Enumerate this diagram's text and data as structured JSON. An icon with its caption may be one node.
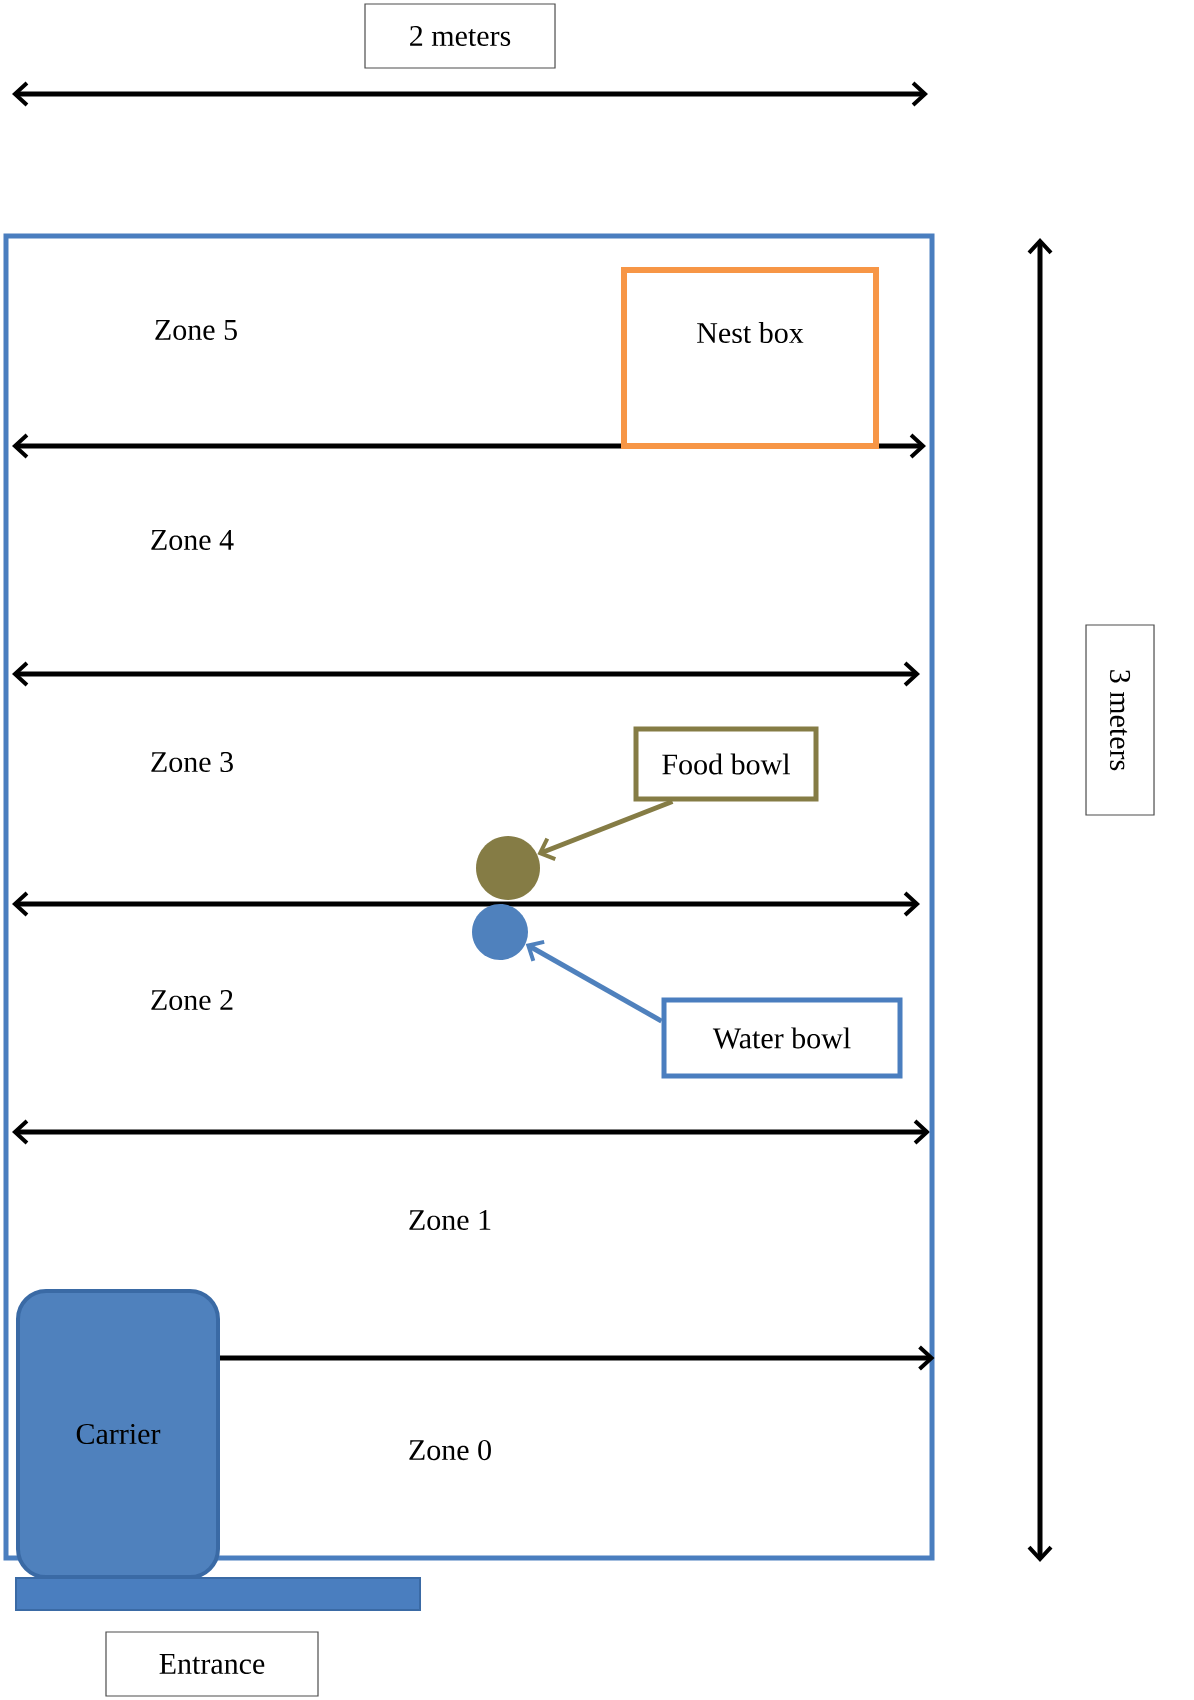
{
  "diagram": {
    "nodes": [
      {
        "text": [
          "2 meters"
        ]
      },
      {
        "text": [],
        "shape": "box"
      },
      {
        "text": [
          "Nest box"
        ],
        "in": 1
      },
      {
        "text": [
          "Food bowl"
        ],
        "in": 1
      },
      {
        "text": [],
        "shape": "circle",
        "in": 1
      },
      {
        "text": [],
        "shape": "circle",
        "in": 1
      },
      {
        "text": [
          "Water bowl"
        ],
        "in": 1
      },
      {
        "text": [
          "Carrier"
        ],
        "in": 1
      },
      {
        "text": [],
        "shape": "bar"
      },
      {
        "text": [
          "Entrance"
        ]
      },
      {
        "text": [
          "3 meters"
        ]
      }
    ],
    "edges": [
      {
        "from": 3,
        "to": 4,
        "arrow": "to",
        "color": "#857c45"
      },
      {
        "from": 6,
        "to": 5,
        "arrow": "to",
        "color": "#4f81bd"
      },
      {
        "from": 7,
        "to": 1,
        "arrow": "to",
        "color": "#000000"
      }
    ],
    "labels": [
      "Zone 5",
      "Zone 4",
      "Zone 3",
      "Zone 2",
      "Zone 1",
      "Zone 0"
    ]
  }
}
